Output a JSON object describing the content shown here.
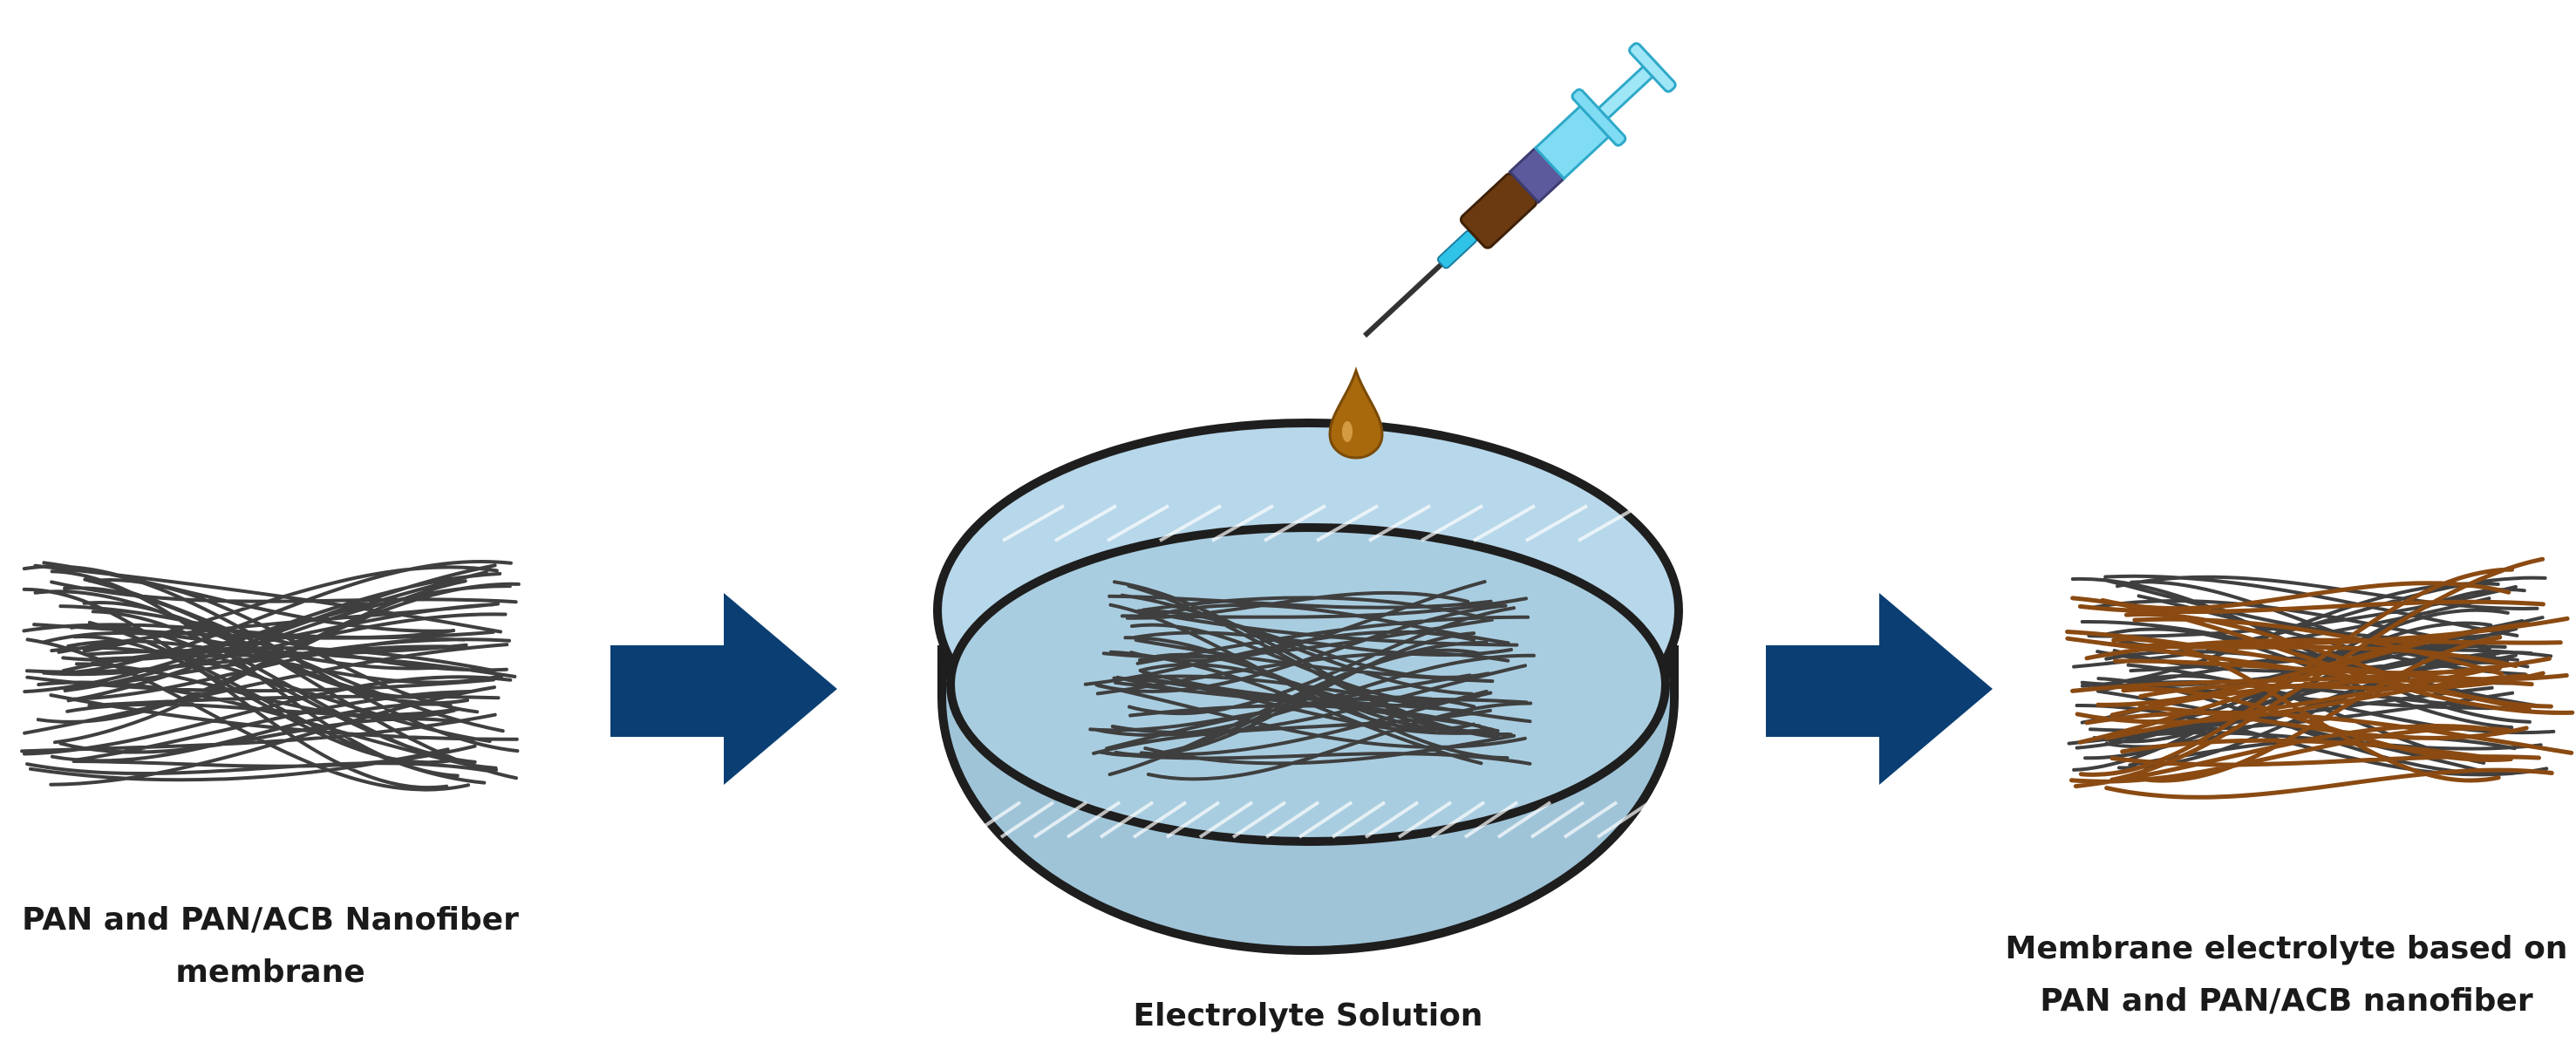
{
  "labels": {
    "left_line1": "PAN and PAN/ACB Nanofiber",
    "left_line2": "membrane",
    "middle": "Electrolyte Solution",
    "right_line1": "Membrane electrolyte based on",
    "right_line2": "PAN and PAN/ACB nanofiber"
  },
  "colors": {
    "fiber_dark": "#3f3f3f",
    "fiber_brown": "#8a4a12",
    "arrow": "#0b3f73",
    "dish_fill": "#b7d7ea",
    "dish_inner": "#a9cde0",
    "dish_outline": "#1e1e1e",
    "syringe_barrel": "#2fc3e8",
    "syringe_liquid": "#6b3a10",
    "syringe_band": "#5c5a9c",
    "drop": "#a8680c"
  },
  "icons": {
    "process_arrow": "right-block-arrow",
    "dropper": "syringe-icon",
    "drop": "liquid-drop-icon"
  }
}
